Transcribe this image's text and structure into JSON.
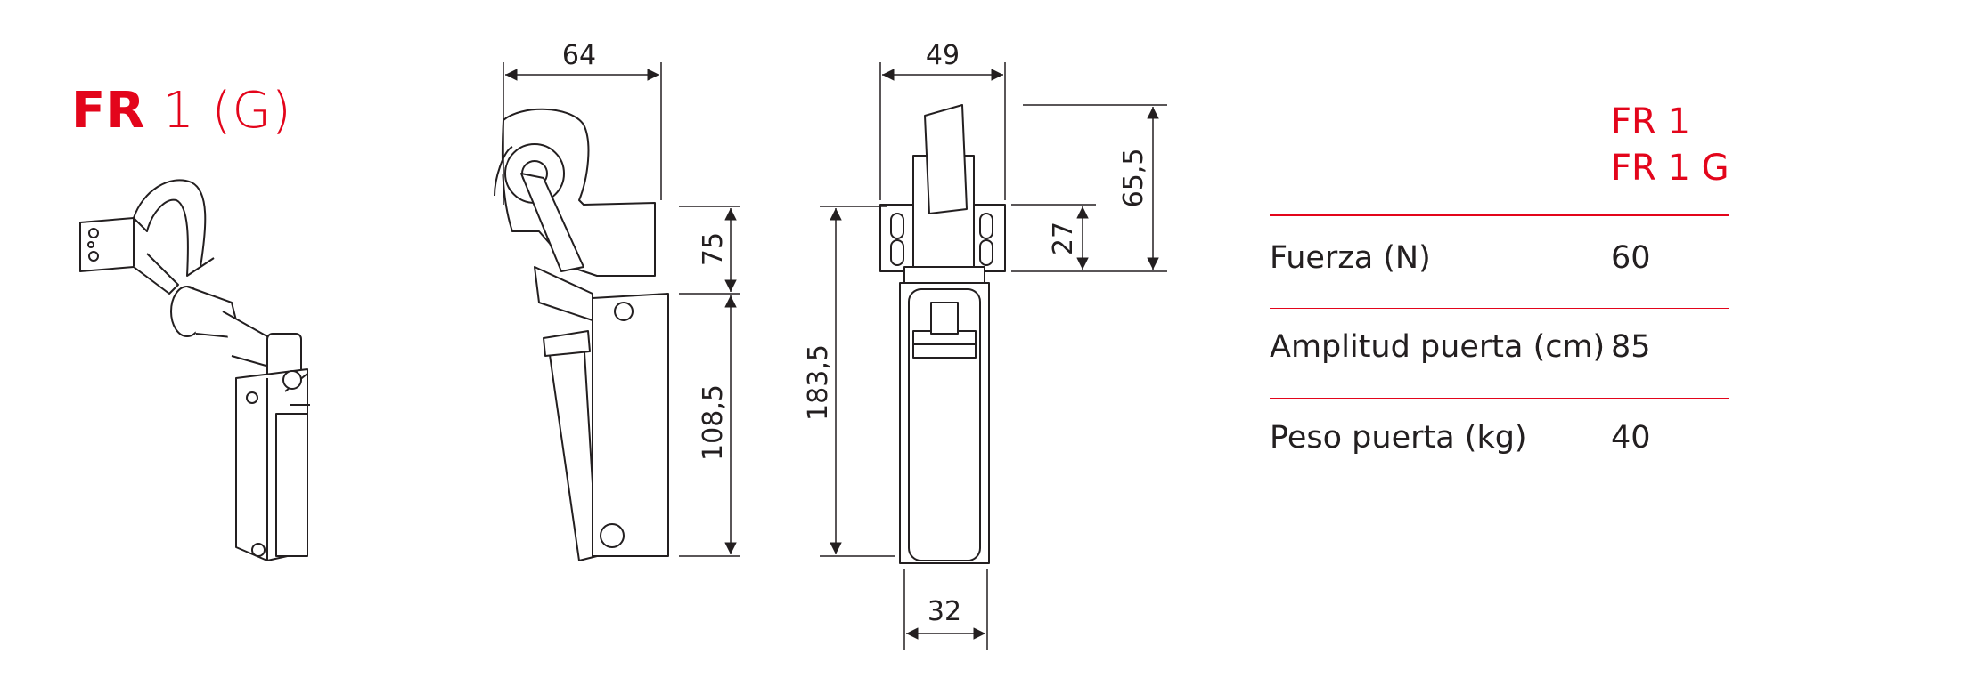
{
  "title": {
    "main": "FR",
    "rest": "1 (G)"
  },
  "dimensions": {
    "side_width": "64",
    "side_upper": "75",
    "side_lower": "108,5",
    "front_width": "49",
    "front_total": "183,5",
    "front_bottom": "32",
    "front_bracket": "27",
    "front_top": "65,5"
  },
  "table": {
    "header": [
      "FR 1",
      "FR 1 G"
    ],
    "rows": [
      {
        "label": "Fuerza  (N)",
        "value": "60"
      },
      {
        "label": "Amplitud puerta (cm)",
        "value": "85"
      },
      {
        "label": "Peso  puerta (kg)",
        "value": "40"
      }
    ]
  },
  "colors": {
    "accent": "#e3051b",
    "line": "#231f20"
  }
}
